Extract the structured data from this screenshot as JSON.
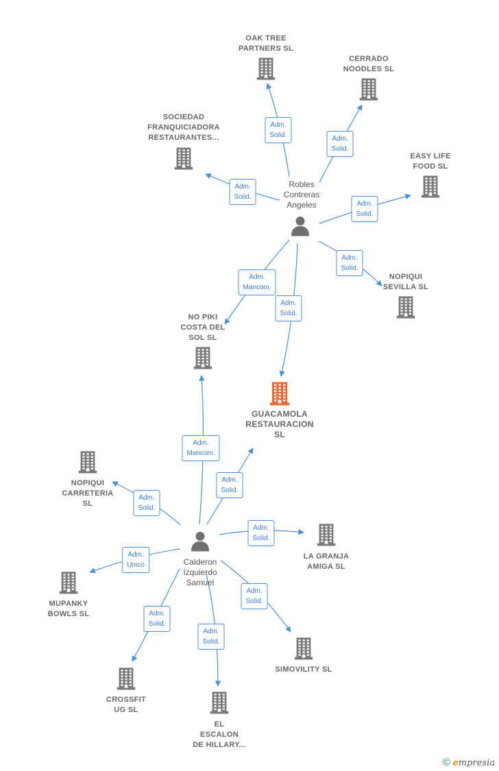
{
  "colors": {
    "edge": "#4a90d9",
    "building": "#7a7a7a",
    "building_main": "#f26530",
    "person": "#6f6f6f"
  },
  "companies": [
    {
      "id": "oak",
      "name": "OAK TREE\nPARTNERS  SL"
    },
    {
      "id": "cerrado",
      "name": "CERRADO\nNOODLES  SL"
    },
    {
      "id": "sociedad",
      "name": "SOCIEDAD\nFRANQUICIADORA\nRESTAURANTES..."
    },
    {
      "id": "easylife",
      "name": "EASY LIFE\nFOOD  SL"
    },
    {
      "id": "nopsev",
      "name": "NOPIQUI\nSEVILLA  SL"
    },
    {
      "id": "nopiki",
      "name": "NO PIKI\nCOSTA DEL\nSOL  SL"
    },
    {
      "id": "guacamola",
      "name": "GUACAMOLA\nRESTAURACION\nSL",
      "main": true
    },
    {
      "id": "nopcar",
      "name": "NOPIQUI\nCARRETERIA\nSL"
    },
    {
      "id": "granja",
      "name": "LA GRANJA\nAMIGA  SL"
    },
    {
      "id": "mupanky",
      "name": "MUPANKY\nBOWLS  SL"
    },
    {
      "id": "simovility",
      "name": "SIMOVILITY  SL"
    },
    {
      "id": "crossfit",
      "name": "CROSSFIT\nUG  SL"
    },
    {
      "id": "escalon",
      "name": "EL\nESCALON\nDE HILLARY..."
    }
  ],
  "persons": [
    {
      "id": "robles",
      "name": "Robles\nContreras\nAngeles"
    },
    {
      "id": "calderon",
      "name": "Calderon\nIzquierdo\nSamuel"
    }
  ],
  "edges": [
    {
      "from": "robles",
      "to": "oak",
      "label": "Adm.\nSolid."
    },
    {
      "from": "robles",
      "to": "cerrado",
      "label": "Adm.\nSolid."
    },
    {
      "from": "robles",
      "to": "sociedad",
      "label": "Adm.\nSolid."
    },
    {
      "from": "robles",
      "to": "easylife",
      "label": "Adm.\nSolid."
    },
    {
      "from": "robles",
      "to": "nopsev",
      "label": "Adm.\nSolid."
    },
    {
      "from": "robles",
      "to": "nopiki",
      "label": "Adm.\nMancom."
    },
    {
      "from": "robles",
      "to": "guacamola",
      "label": "Adm.\nSolid."
    },
    {
      "from": "calderon",
      "to": "nopiki",
      "label": "Adm.\nMancom."
    },
    {
      "from": "calderon",
      "to": "guacamola",
      "label": "Adm.\nSolid."
    },
    {
      "from": "calderon",
      "to": "nopcar",
      "label": "Adm.\nSolid."
    },
    {
      "from": "calderon",
      "to": "granja",
      "label": "Adm.\nSolid."
    },
    {
      "from": "calderon",
      "to": "mupanky",
      "label": "Adm.\nUnico"
    },
    {
      "from": "calderon",
      "to": "simovility",
      "label": "Adm.\nSolid."
    },
    {
      "from": "calderon",
      "to": "crossfit",
      "label": "Adm.\nSolid."
    },
    {
      "from": "calderon",
      "to": "escalon",
      "label": "Adm.\nSolid."
    }
  ],
  "watermark": {
    "symbol": "©",
    "brand_initial": "e",
    "brand_rest": "mpresia"
  }
}
